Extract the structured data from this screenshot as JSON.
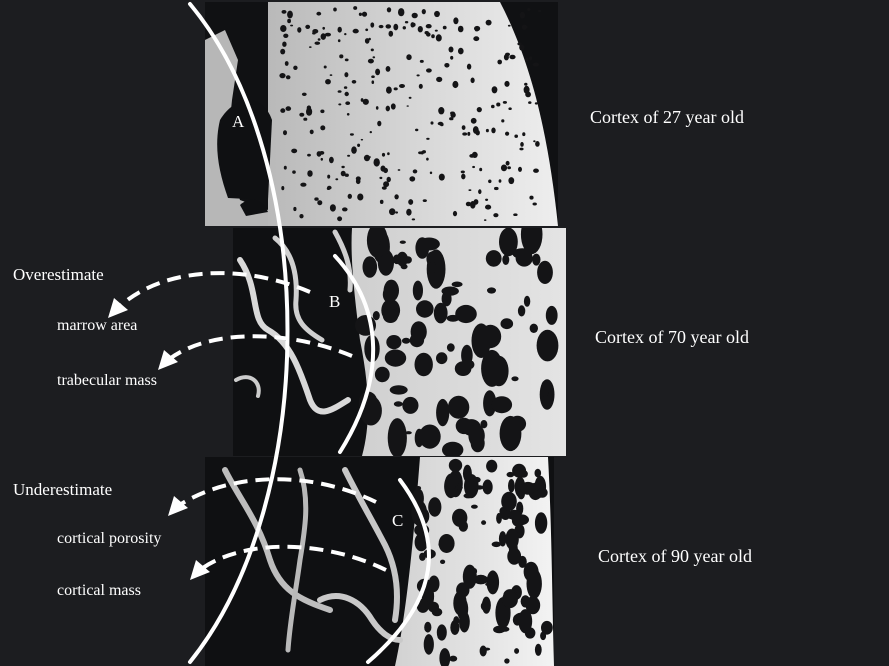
{
  "figure": {
    "panels": [
      {
        "id": "panel-27",
        "caption": "Cortex of 27 year old"
      },
      {
        "id": "panel-70",
        "caption": "Cortex of 70 year old"
      },
      {
        "id": "panel-90",
        "caption": "Cortex of 90 year old"
      }
    ],
    "zones": {
      "a": "A",
      "b": "B",
      "c": "C"
    },
    "overestimate": {
      "heading": "Overestimate",
      "items": [
        "marrow area",
        "trabecular mass"
      ]
    },
    "underestimate": {
      "heading": "Underestimate",
      "items": [
        "cortical porosity",
        "cortical mass"
      ]
    },
    "colors": {
      "background": "#1c1d20",
      "bone": "#e0e0e0",
      "pore": "#141416",
      "annotation": "#ffffff"
    }
  }
}
